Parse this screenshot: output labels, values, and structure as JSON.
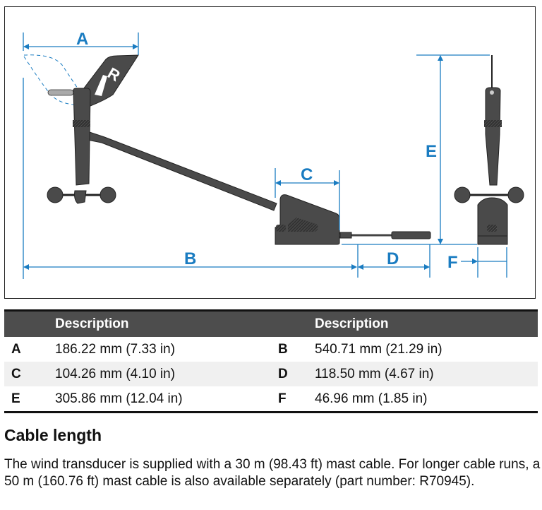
{
  "diagram": {
    "labels": {
      "a": "A",
      "b": "B",
      "c": "C",
      "d": "D",
      "e": "E",
      "f": "F"
    },
    "logo_text": "R",
    "colors": {
      "dimension": "#1a7cc1",
      "product": "#4a4a4a"
    }
  },
  "table": {
    "headers": [
      "",
      "Description",
      "",
      "Description"
    ],
    "rows": [
      {
        "l1": "A",
        "d1": "186.22 mm (7.33 in)",
        "l2": "B",
        "d2": "540.71 mm (21.29 in)"
      },
      {
        "l1": "C",
        "d1": "104.26 mm (4.10 in)",
        "l2": "D",
        "d2": "118.50 mm (4.67 in)"
      },
      {
        "l1": "E",
        "d1": "305.86 mm (12.04 in)",
        "l2": "F",
        "d2": "46.96 mm (1.85 in)"
      }
    ]
  },
  "section": {
    "title": "Cable length",
    "body": "The wind transducer is supplied with a 30 m (98.43 ft) mast cable. For longer cable runs, a 50 m (160.76 ft) mast cable is also available separately (part number:  R70945)."
  }
}
